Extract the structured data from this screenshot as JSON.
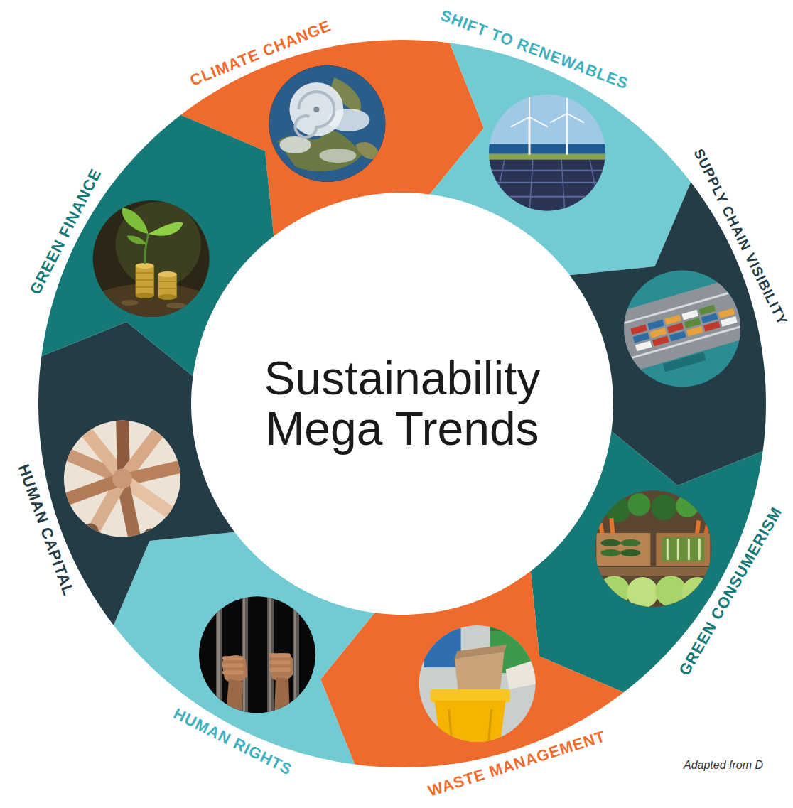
{
  "diagram": {
    "nodes": [
      {
        "text": [
          "Sustainability Mega Trends"
        ]
      },
      {
        "text": [
          "CLIMATE CHANGE"
        ]
      },
      {
        "text": [
          "SHIFT TO RENEWABLES"
        ]
      },
      {
        "text": [
          "SUPPLY CHAIN VISIBILITY"
        ]
      },
      {
        "text": [
          "GREEN CONSUMERISM"
        ]
      },
      {
        "text": [
          "WASTE MANAGEMENT"
        ]
      },
      {
        "text": [
          "HUMAN RIGHTS"
        ]
      },
      {
        "text": [
          "HUMAN CAPITAL"
        ]
      },
      {
        "text": [
          "GREEN FINANCE"
        ]
      }
    ],
    "labels": [
      "Adapted from D"
    ]
  }
}
